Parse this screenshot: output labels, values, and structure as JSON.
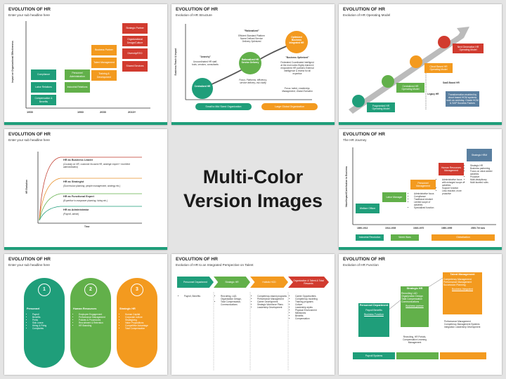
{
  "title": "EVOLUTION OF HR",
  "center": {
    "line1": "Multi-Color",
    "line2": "Version Images"
  },
  "s1": {
    "subtitle": "Enter your sub headline here",
    "ylabel": "Impact on Organizational Effectiveness",
    "years": [
      "1900",
      "1960",
      "2000",
      "2010+"
    ],
    "col1": [
      "Compliance",
      "Labor Relations",
      "Compensation & Benefits"
    ],
    "col2": [
      "Personnel Administration",
      "Industrial Relations"
    ],
    "col3": [
      "Business Partner",
      "Talent Management",
      "Training & Development"
    ],
    "col4": [
      "Strategic Partner",
      "Organizational Design/Culture",
      "Diversity/EEO",
      "Shared Services"
    ]
  },
  "s2": {
    "subtitle": "Evolution of HR Structure",
    "ylabel": "Business Reach & Impact",
    "c1": "Centralized HR",
    "c2": "Rationalized HR Service Delivery",
    "c3": "Optimized Business Integrated HR",
    "t1h": "\"Anarchy\"",
    "t1": "Uncoordinated HR staff, tools, vendors, consultants",
    "t2h": "\"Rationalized\"",
    "t2": "Efficient Standard Platform Name Defined Service Delivery Optimized",
    "t3h": "\"Business Optimized\"",
    "t3": "Federated Coordinated Intelligent at the end nodes Highly trained & empowered HR partners External intelligence & review for all expertise",
    "t4": "Focus: Platforms, efficiency, service delivery, risk clarity",
    "t5": "Focus: talent, Leadership, Management, Global Evolution",
    "btn1": "Small to Mid Sized Organization",
    "btn2": "Large Global Organization"
  },
  "s3": {
    "subtitle": "Evolution of HR Operating Model",
    "steps": [
      "Fragmented HR Operating Model",
      "Centralized HR Operating Model",
      "Cloud Based HR Operating Model",
      "Next Generation HR Operating Model"
    ],
    "legacy": "Legacy HR",
    "saas": "SaaS Based HR",
    "note": "Transformation enabled by cloud based HCM systems such as workday, Oracle HCM & SAP Success Factors"
  },
  "s4": {
    "subtitle": "Enter your sub headline here",
    "ylabel": "HR Evolution",
    "xlabel": "Time",
    "items": [
      {
        "h": "HR as Business Leader",
        "d": "(Custody on HR, customer focused HR, strategic expert + excellent administration)"
      },
      {
        "h": "HR as Strategist",
        "d": "(Succession planning, people management, strategy etc.)"
      },
      {
        "h": "HR as Functional Expert",
        "d": "(Expertise in manpower planning, hiring etc.)"
      },
      {
        "h": "HR as Administrator",
        "d": "(Payroll, admin)"
      }
    ]
  },
  "s5": {
    "subtitle": "The HR Journey",
    "ylabel": "Value/Impact/Contribution to Business",
    "steps": [
      "Welfare Officer",
      "Labor Manager",
      "Personnel Management",
      "Human Resources Management",
      "Strategic HRM"
    ],
    "years": [
      "1890-1913",
      "1914-1939",
      "1945-1970",
      "1980-1999",
      "2000-Till now"
    ],
    "l3": [
      "Administrative focus",
      "Compliance",
      "Traditional mindset",
      "Limited scope of activities",
      "Specialized function"
    ],
    "l4": [
      "Administrative focus with enlarged scope of activities",
      "Support function",
      "Less reactive, more proactive"
    ],
    "l5": [
      "Strategic HR",
      "Business partnering",
      "Focus on value added activities",
      "Proactive",
      "Multi-disciplinary",
      "Multi faceted roles"
    ],
    "eras": [
      "Industrial Revolution",
      "World Wars",
      "Globalization"
    ]
  },
  "s6": {
    "subtitle": "Enter your sub headline here",
    "nums": [
      "1",
      "2",
      "3"
    ],
    "heads": [
      "Personnel",
      "Human Resources",
      "Strategic HR"
    ],
    "l1": [
      "Payroll",
      "Benefits",
      "Perks",
      "Sick Leave",
      "Hiring & Firing",
      "Complaints"
    ],
    "l2": [
      "Employee Engagement",
      "Performance Management",
      "Policies & Procedures",
      "Recruitment & Retention",
      "HR Branding"
    ],
    "l3": [
      "Human Capital",
      "Corporate culture",
      "Strategizing",
      "Value Propositions",
      "Competitive Advantage",
      "Total Compensation"
    ]
  },
  "s7": {
    "subtitle": "Evolution of HR to an Integrated Perspective on Talent",
    "heads": [
      "Personnel Department",
      "Strategic HR",
      "Holistic HCD",
      "Organization & Talent & Total Rewards"
    ],
    "l1": [
      "Payroll, Benefits"
    ],
    "l2": [
      "Recruiting, L&D, Organization Design,",
      "Total Compensation, Communications"
    ],
    "l3": [
      "Competency-based programs",
      "Performance Management",
      "Career Development",
      "Strategic Workforce Plans",
      "Leadership Development"
    ],
    "l4": [
      "Career Opportunities",
      "Competency modeling",
      "Training programs",
      "Culture",
      "Leadership styles",
      "Physical Environment",
      "Milestones",
      "Benefits",
      "Compensation"
    ]
  },
  "s8": {
    "subtitle": "Evolution of HR Function",
    "h1": "Personnel Department",
    "d1": "Payroll Benefits",
    "u1": "Business Function",
    "h2": "Strategic HR",
    "d2": "Recruiting L&D Organization Design Total Compensation Communications",
    "u2": "Business partner",
    "h3": "Talent Management",
    "d3": "Competency Management Performance Management Succession Planning",
    "u3": "Business Integrated",
    "f1": "Payroll Systems",
    "f2": "Recruiting, HR Portals, Compensation Learning Management",
    "f3": "Performance Management Competency Management Systems Integration Leadership Development"
  }
}
